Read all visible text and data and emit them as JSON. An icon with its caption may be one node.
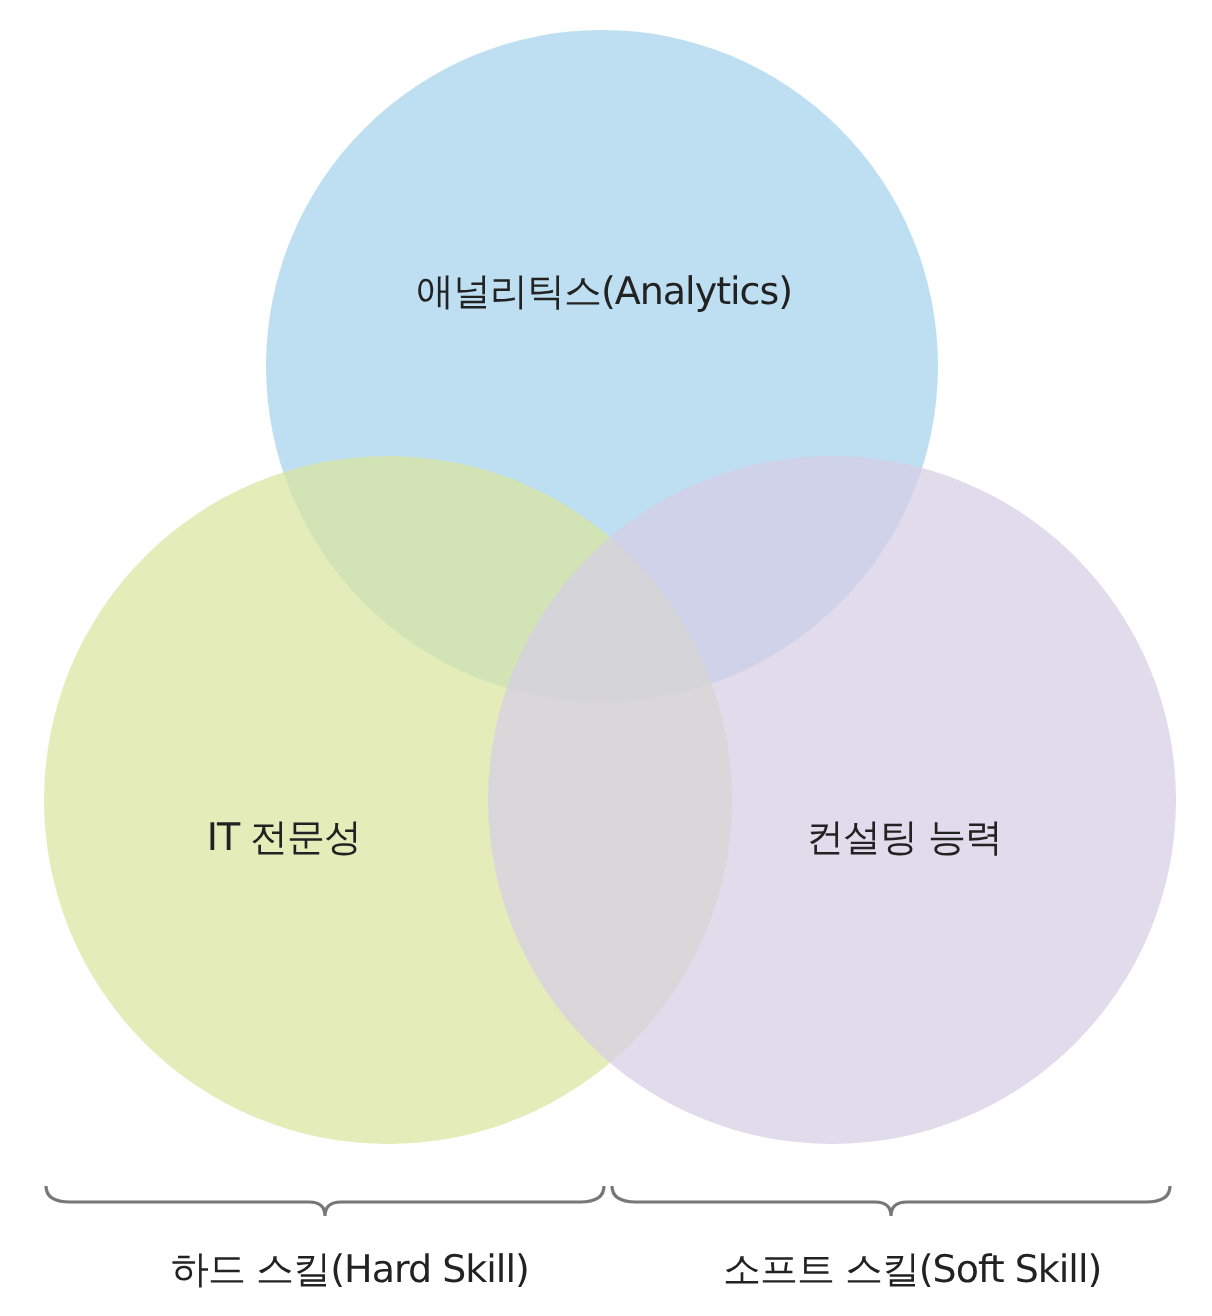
{
  "diagram": {
    "nodes": [
      {
        "text": [
          "애널리틱스(Analytics)"
        ]
      },
      {
        "text": [
          "IT 전문성"
        ]
      },
      {
        "text": [
          "컨설팅 능력"
        ]
      }
    ],
    "labels": [
      "하드 스킬(Hard Skill)",
      "소프트 스킬(Soft Skill)"
    ]
  }
}
